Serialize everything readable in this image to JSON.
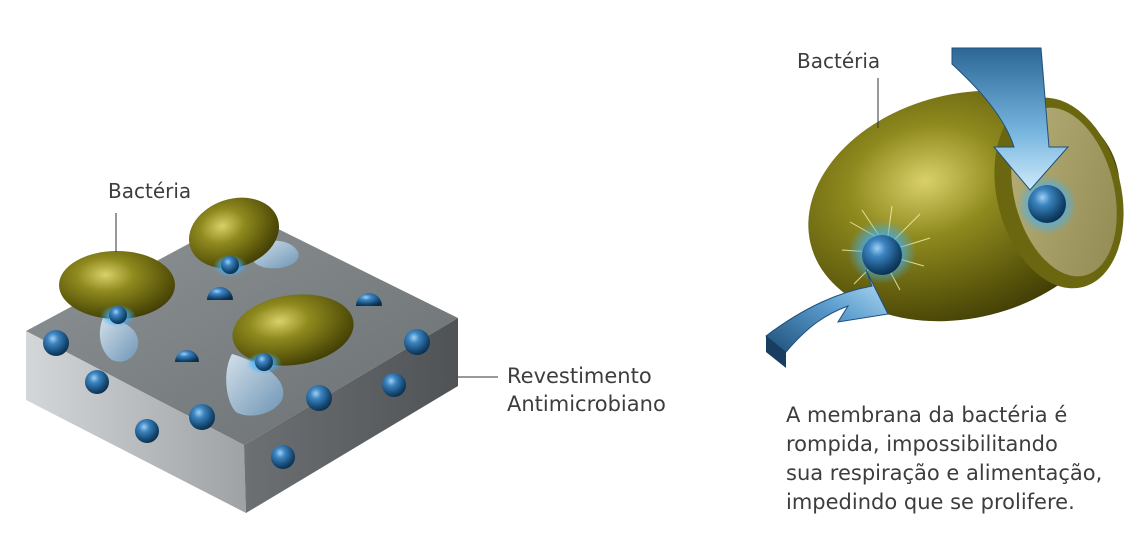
{
  "left_panel": {
    "bacteria_label": "Bactéria",
    "coating_label_line1": "Revestimento",
    "coating_label_line2": "Antimicrobiano"
  },
  "right_panel": {
    "bacteria_label": "Bactéria",
    "description_lines": [
      "A membrana da bactéria é",
      "rompida, impossibilitando",
      "sua respiração e alimentação,",
      "impedindo que se prolifere."
    ]
  },
  "colors": {
    "bacteria_olive": "#6e6a10",
    "nanoparticle_blue": "#1f5a8a",
    "surface_gray": "#7f8487",
    "arrow_blue": "#5a9ccc",
    "text_gray": "#3d3d3d"
  }
}
